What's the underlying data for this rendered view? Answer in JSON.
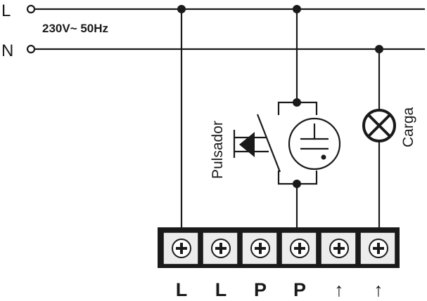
{
  "lines": {
    "line_label": "L",
    "neutral_label": "N",
    "supply_label": "230V~ 50Hz"
  },
  "components": {
    "pushbutton_label": "Pulsador",
    "load_label": "Carga"
  },
  "terminal_block": {
    "terminals": [
      {
        "label": "L"
      },
      {
        "label": "L"
      },
      {
        "label": "P"
      },
      {
        "label": "P"
      },
      {
        "label": "↑"
      },
      {
        "label": "↑"
      }
    ]
  }
}
